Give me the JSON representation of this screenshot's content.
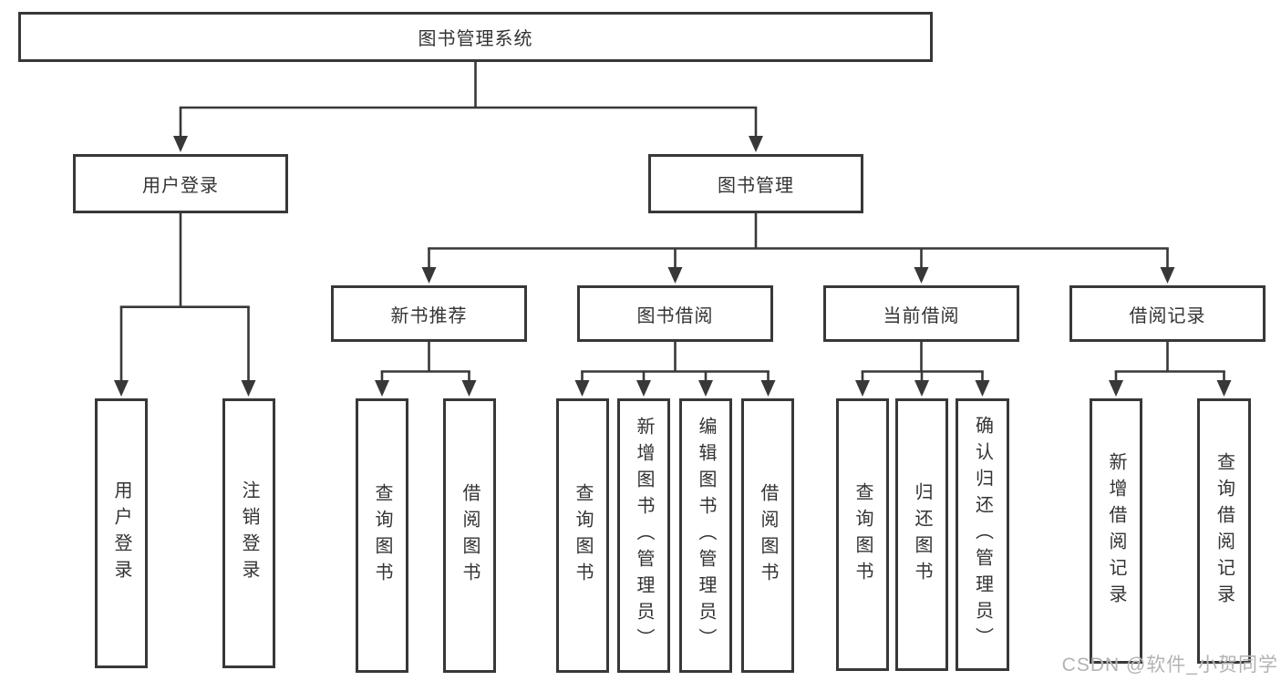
{
  "colors": {
    "line": "#383838",
    "text": "#333333",
    "watermark": "#b3b3b3",
    "background": "#ffffff"
  },
  "nodes": {
    "root": "图书管理系统",
    "user_login": "用户登录",
    "book_mgmt": "图书管理",
    "new_books": "新书推荐",
    "book_borrow": "图书借阅",
    "current_borrow": "当前借阅",
    "borrow_records": "借阅记录",
    "leaf_login": "用户登录",
    "leaf_logout": "注销登录",
    "nb_query": "查询图书",
    "nb_borrow": "借阅图书",
    "bw_query": "查询图书",
    "bw_add": "新增图书（管理员）",
    "bw_edit": "编辑图书（管理员）",
    "bw_borrow": "借阅图书",
    "cur_query": "查询图书",
    "cur_return": "归还图书",
    "cur_confirm": "确认归还（管理员）",
    "rec_add": "新增借阅记录",
    "rec_query": "查询借阅记录"
  },
  "watermark": {
    "text": "CSDN @软件_小贺同学"
  }
}
